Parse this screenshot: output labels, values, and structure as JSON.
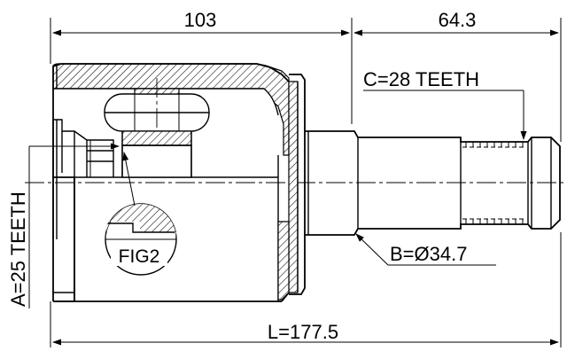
{
  "dimensions": {
    "body_length": "103",
    "stem_length": "64.3",
    "total_length": "L=177.5"
  },
  "callouts": {
    "a_teeth": "A=25 TEETH",
    "b_diameter": "B=Ø34.7",
    "c_teeth": "C=28 TEETH",
    "fig_label": "FIG2"
  }
}
